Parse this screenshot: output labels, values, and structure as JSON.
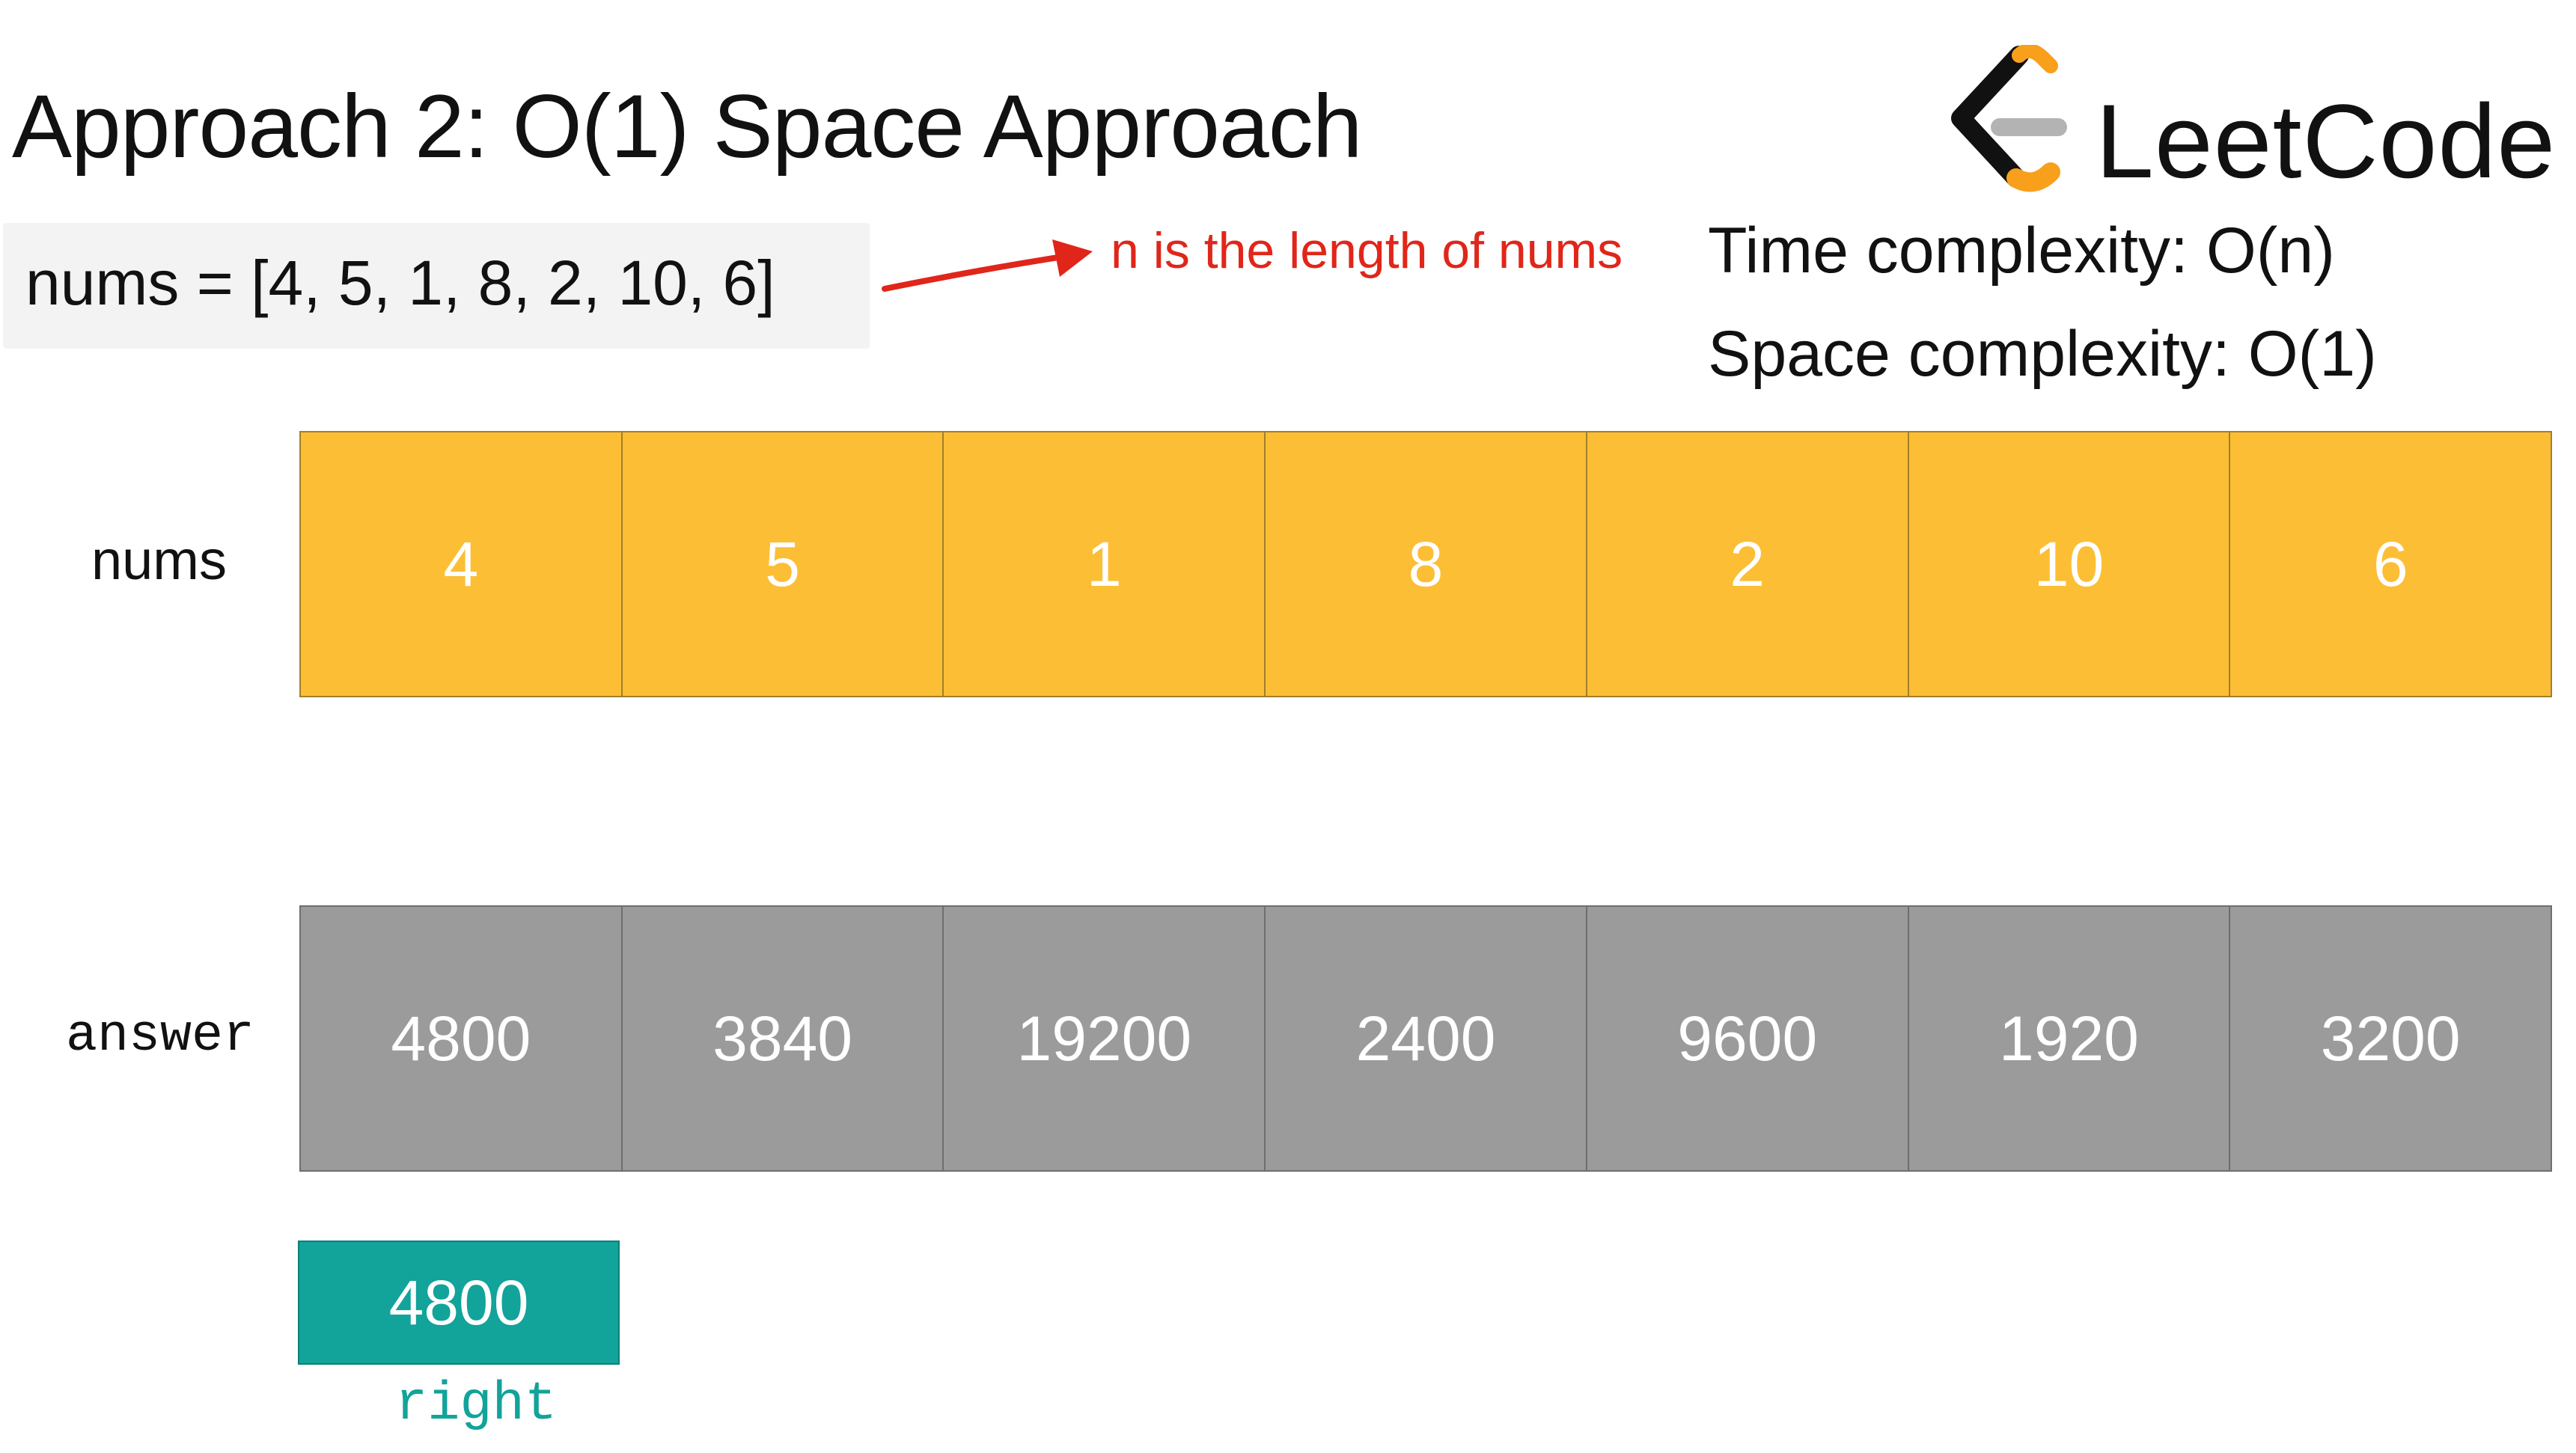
{
  "title": "Approach 2: O(1) Space Approach",
  "logo": {
    "text": "LeetCode",
    "icon": "leetcode-logo-icon",
    "colors": {
      "bracket": "#111111",
      "accent": "#f8a01c",
      "bar": "#b3b3b3"
    }
  },
  "code_line": "nums = [4, 5, 1, 8, 2, 10, 6]",
  "annotation": {
    "text": "n is the length of nums",
    "color": "#e0261a",
    "icon": "red-arrow-icon"
  },
  "complexity": {
    "time": "Time complexity: O(n)",
    "space": "Space complexity: O(1)"
  },
  "rows": {
    "nums": {
      "label": "nums",
      "color": "#fcbe35",
      "cells": [
        "4",
        "5",
        "1",
        "8",
        "2",
        "10",
        "6"
      ]
    },
    "answer": {
      "label": "answer",
      "color": "#9b9b9b",
      "cells": [
        "4800",
        "3840",
        "19200",
        "2400",
        "9600",
        "1920",
        "3200"
      ]
    }
  },
  "right": {
    "value": "4800",
    "label": "right",
    "color": "#12a39a"
  }
}
